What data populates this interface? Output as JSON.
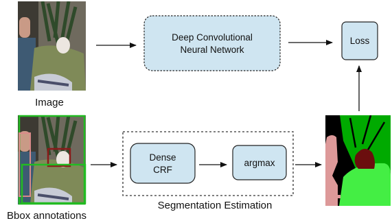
{
  "nodes": {
    "image_caption": "Image",
    "bbox_caption": "Bbox annotations",
    "dcnn": {
      "line1": "Deep Convolutional",
      "line2": "Neural Network"
    },
    "loss": "Loss",
    "dense_crf": {
      "line1": "Dense",
      "line2": "CRF"
    },
    "argmax": "argmax",
    "group_caption": "Segmentation Estimation"
  },
  "colors": {
    "box_fill": "#cfe5f1",
    "box_stroke": "#222222",
    "bbox_green": "#22bb22",
    "bbox_red": "#8a1a1a",
    "bbox_pink": "#d98a8a",
    "seg_background": "#000000",
    "seg_plant": "#00aa00",
    "seg_sofa": "#44ee44",
    "seg_person": "#dd9999",
    "seg_cat": "#6b0e0e"
  }
}
